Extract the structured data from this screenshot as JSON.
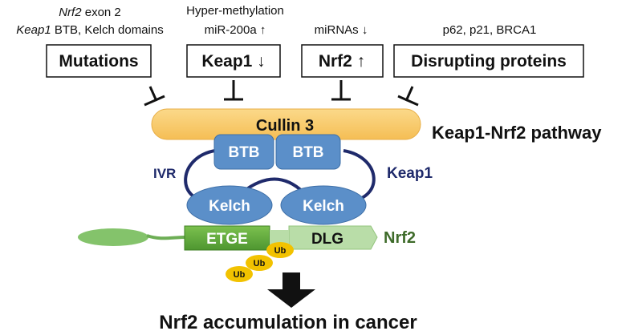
{
  "annotations": {
    "mutations_line1_italic": "Nrf2",
    "mutations_line1_rest": " exon 2",
    "mutations_line2_italic": "Keap1",
    "mutations_line2_rest": " BTB, Kelch domains",
    "keap1_line1": "Hyper-methylation",
    "keap1_line2": "miR-200a ↑",
    "nrf2_line1": "miRNAs ↓",
    "disrupt_line1": "p62, p21, BRCA1"
  },
  "boxes": {
    "mutations": "Mutations",
    "keap1": "Keap1 ↓",
    "nrf2": "Nrf2 ↑",
    "disrupting": "Disrupting proteins"
  },
  "diagram": {
    "cullin": "Cullin 3",
    "btb_left": "BTB",
    "btb_right": "BTB",
    "ivr": "IVR",
    "keap1": "Keap1",
    "kelch_left": "Kelch",
    "kelch_right": "Kelch",
    "etge": "ETGE",
    "dlg": "DLG",
    "nrf2": "Nrf2",
    "ub": [
      "Ub",
      "Ub",
      "Ub"
    ]
  },
  "pathway_title": "Keap1-Nrf2 pathway",
  "conclusion": "Nrf2 accumulation in cancer",
  "colors": {
    "cullin": "#F9C96A",
    "domain_blue": "#5B8FC9",
    "linker_navy": "#1F2A6B",
    "etge_green": "#5FA83A",
    "dlg_green": "#B9DDA8",
    "tail_green": "#84C36B",
    "ub_yellow": "#F2C200",
    "nrf2_text": "#3E6B2A"
  }
}
